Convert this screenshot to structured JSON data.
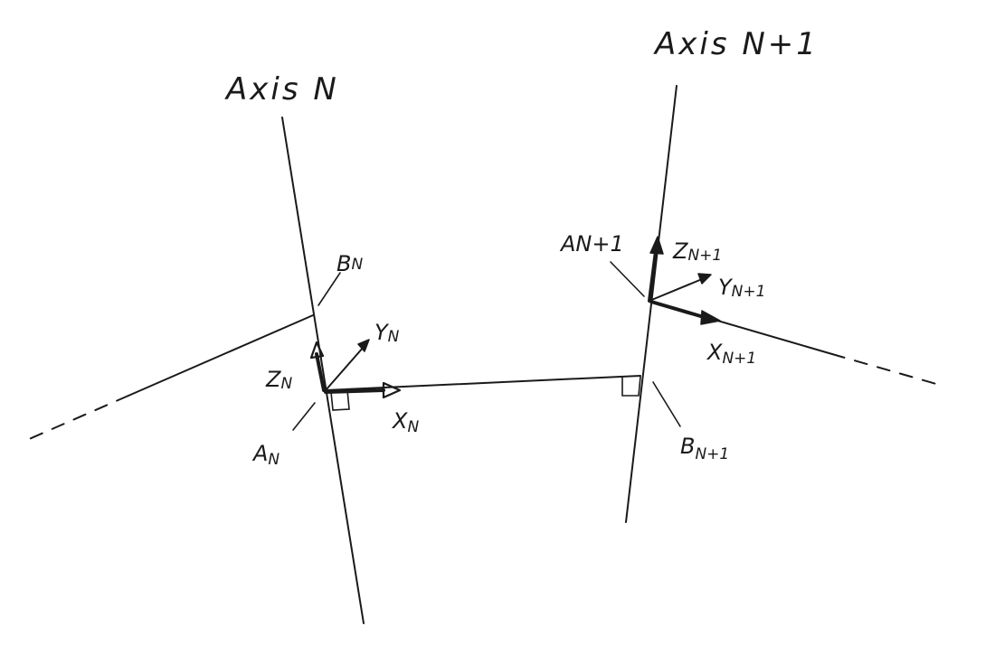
{
  "labels": {
    "axis_n": "Axis N",
    "axis_n1": "Axis N+1",
    "b_n": {
      "main": "B",
      "sub": "N"
    },
    "b_n1": {
      "main": "B",
      "sub": "N+1"
    },
    "a_n": {
      "main": "A",
      "sub": "N"
    },
    "a_n1": "AN+1",
    "z_n": {
      "main": "Z",
      "sub": "N"
    },
    "y_n": {
      "main": "Y",
      "sub": "N"
    },
    "x_n": {
      "main": "X",
      "sub": "N"
    },
    "z_n1": {
      "main": "Z",
      "sub": "N+1"
    },
    "y_n1": {
      "main": "Y",
      "sub": "N+1"
    },
    "x_n1": {
      "main": "X",
      "sub": "N+1"
    }
  },
  "style": {
    "ink_color": "#1a1a1a",
    "background": "#ffffff"
  }
}
